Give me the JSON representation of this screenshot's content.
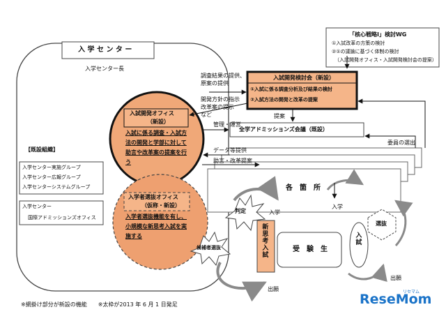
{
  "center": {
    "title": "入 学 セ ン タ ー",
    "head": "入学センター長"
  },
  "strategy_box": {
    "title": "「核心戦略Ⅰ」検討WG",
    "items": [
      "①入試改革の方策の検討",
      "②①の議論に基づく体制の検討",
      "（入試開発オフィス・入試開発検討会の提案）"
    ]
  },
  "review_council": {
    "title": "入試開発検討会（新設）",
    "items": [
      "①入試に係る調査分析及び結果の検討",
      "②入試方法の開発と改革の提案"
    ]
  },
  "admissions_council": "全学アドミッションズ会議（既設）",
  "dev_office": {
    "title": "入試開発オフィス",
    "subtitle": "（新設）",
    "body": [
      "入試に係る調査・入試方",
      "法の開発と学部に対して",
      "助言や改革案の提案を行",
      "う"
    ]
  },
  "selection_office": {
    "title": "入学者選抜オフィス",
    "subtitle": "（仮称・新設）",
    "body": [
      "入学者選抜機能を有し、",
      "小規模な新思考入試を実",
      "施する"
    ]
  },
  "existing": {
    "title": "【既設組織】",
    "groups": [
      "入学センター実施グループ",
      "入学センター広報グループ",
      "入学センターシステムグループ"
    ],
    "office_line1": "入学センター",
    "office_line2": "国際アドミッションズオフィス"
  },
  "labels": {
    "survey_results": "調査結果の提供、",
    "draft_provision": "原案の提供",
    "dev_policy_1": "開発方針の指示",
    "dev_policy_2": "改革案の提示",
    "dev_policy_3": "など",
    "proposal": "提案",
    "management": "管理・運営",
    "data_provision": "データ等提供",
    "advice": "助言・改革提案",
    "committee": "委員の選出",
    "departments": "各　箇　所",
    "admission_top": "入学",
    "judgment": "判定",
    "admission_mid": "入学",
    "new_thinking": "新思考入試",
    "candidate": "候補者選抜",
    "examinee": "受　験　生",
    "entrance_exam": "入試",
    "selection": "選抜",
    "apply_1": "出願",
    "apply_2": "出願"
  },
  "footnote": "※網掛け部分が新設の機能　　※太枠が2013 年 6 月 1 日発足",
  "watermark": {
    "small": "リセマム",
    "main": "ReseMom"
  },
  "colors": {
    "orange": "#f5b589",
    "orange_dark": "#e69058",
    "circle_fill": "#f0a878",
    "circle_fill2": "#eea070"
  }
}
